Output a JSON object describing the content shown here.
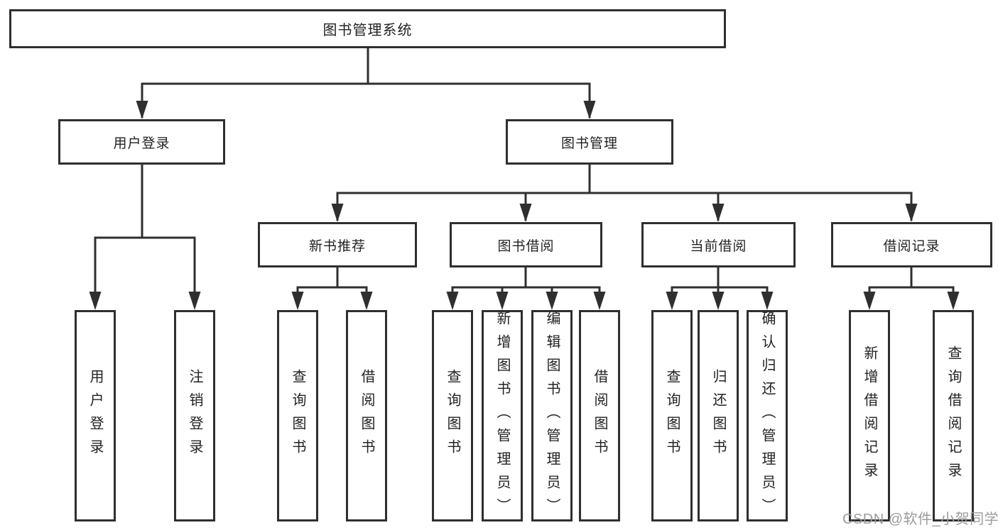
{
  "tree": {
    "label": "图书管理系统",
    "children": [
      {
        "label": "用户登录",
        "children": [
          {
            "label": "用户登录"
          },
          {
            "label": "注销登录"
          }
        ]
      },
      {
        "label": "图书管理",
        "children": [
          {
            "label": "新书推荐",
            "children": [
              {
                "label": "查询图书"
              },
              {
                "label": "借阅图书"
              }
            ]
          },
          {
            "label": "图书借阅",
            "children": [
              {
                "label": "查询图书"
              },
              {
                "label": "新增图书（管理员）"
              },
              {
                "label": "编辑图书（管理员）"
              },
              {
                "label": "借阅图书"
              }
            ]
          },
          {
            "label": "当前借阅",
            "children": [
              {
                "label": "查询图书"
              },
              {
                "label": "归还图书"
              },
              {
                "label": "确认归还（管理员）"
              }
            ]
          },
          {
            "label": "借阅记录",
            "children": [
              {
                "label": "新增借阅记录"
              },
              {
                "label": "查询借阅记录"
              }
            ]
          }
        ]
      }
    ]
  },
  "watermark": "CSDN @软件_小贺同学",
  "colors": {
    "line": "#2f2f2f",
    "box_border": "#2f2f2f",
    "text": "#222222",
    "watermark": "#9c9c9c",
    "background": "#ffffff"
  }
}
